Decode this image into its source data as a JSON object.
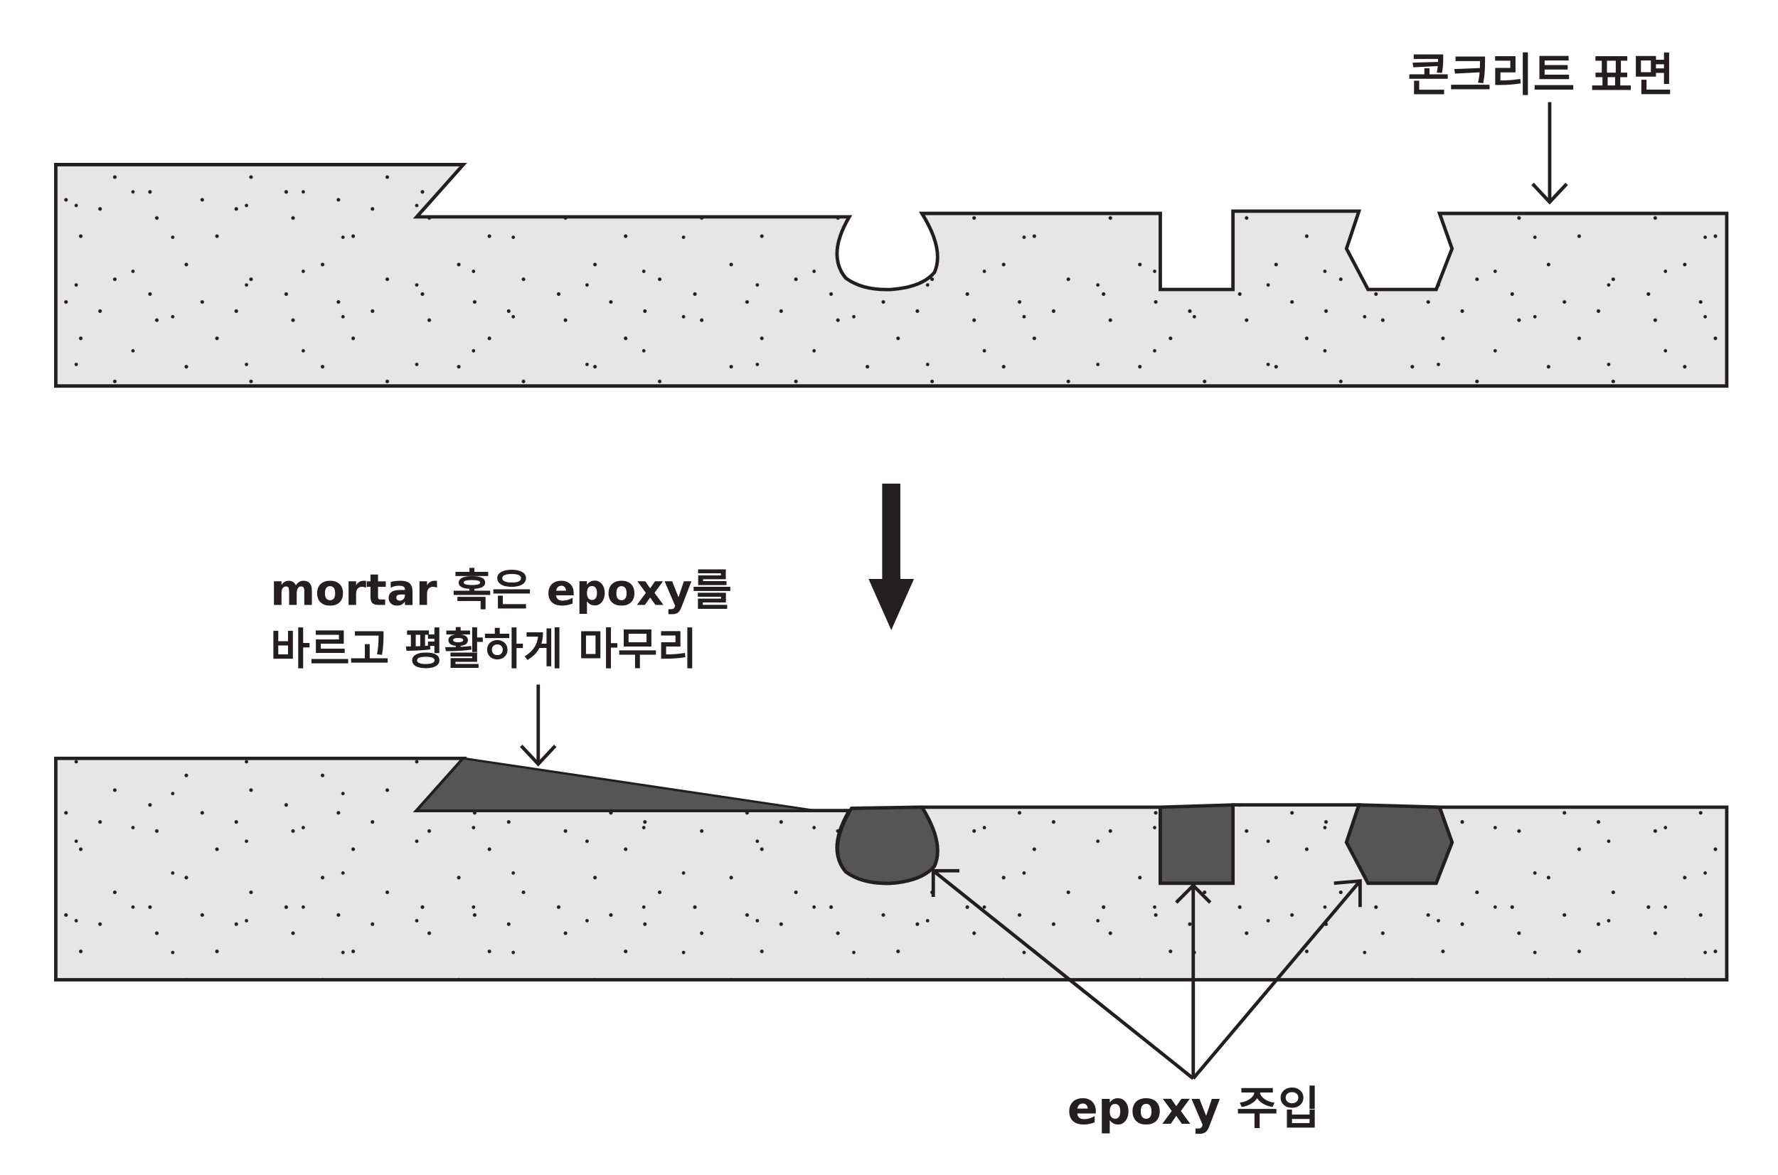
{
  "labels": {
    "concrete_surface": "콘크리트 표면",
    "mortar_line1": "mortar 혹은 epoxy를",
    "mortar_line2": "바르고 평활하게 마무리",
    "epoxy_injection": "epoxy 주입"
  },
  "colors": {
    "concrete_fill": "#e6e6e6",
    "repair_fill": "#555555",
    "stroke": "#231f20",
    "background": "#ffffff"
  }
}
